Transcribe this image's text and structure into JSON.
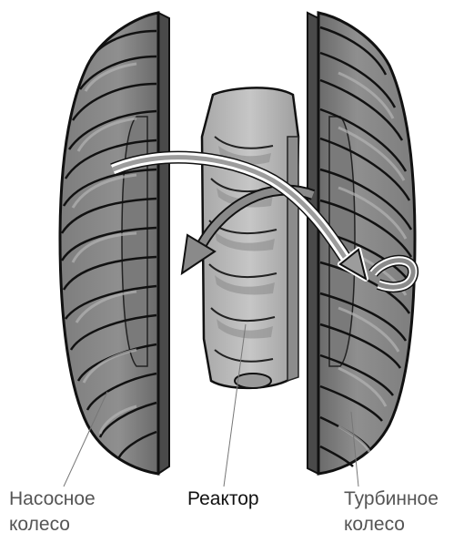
{
  "labels": {
    "pump": {
      "line1": "Насосное",
      "line2": "колесо"
    },
    "reactor": "Реактор",
    "turbine": {
      "line1": "Турбинное",
      "line2": "колесо"
    }
  },
  "colors": {
    "impeller_dark": "#6e6e6e",
    "impeller_mid": "#8a8a8a",
    "reactor_light": "#b9b9b9",
    "outline": "#111111",
    "arrow_fill": "#9a9a9a",
    "leader_line": "#777777"
  },
  "icons": {
    "flow": "curved-arrow"
  }
}
